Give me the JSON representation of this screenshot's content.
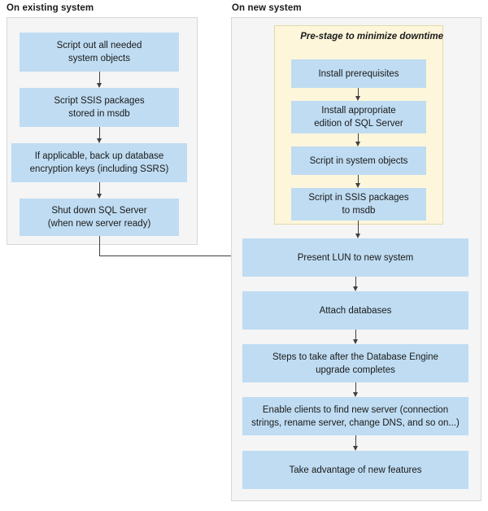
{
  "title": "SQL Server migration to new hardware flowchart",
  "colors": {
    "node_fill": "#bfdcf2",
    "panel_fill": "#f5f5f5",
    "panel_border": "#d8d8d8",
    "prestage_fill": "#fdf6db",
    "prestage_border": "#e3d9a8",
    "arrow": "#404040",
    "text": "#1a1a1a",
    "page_background": "#ffffff"
  },
  "columns": [
    {
      "id": "existing",
      "header": "On existing system",
      "nodes": [
        {
          "id": "script-out-system-objects",
          "label": "Script out all needed\nsystem objects"
        },
        {
          "id": "script-ssis-packages",
          "label": "Script SSIS packages\nstored in msdb"
        },
        {
          "id": "back-up-encryption-keys",
          "label": "If applicable, back up database\nencryption keys (including SSRS)"
        },
        {
          "id": "shut-down-sql-server",
          "label": "Shut down SQL Server\n(when new server ready)"
        }
      ]
    },
    {
      "id": "new",
      "header": "On new system",
      "prestage": {
        "id": "pre-stage-group",
        "title": "Pre-stage to minimize downtime",
        "nodes": [
          {
            "id": "install-prerequisites",
            "label": "Install prerequisites"
          },
          {
            "id": "install-edition-sql-server",
            "label": "Install appropriate\nedition of SQL Server"
          },
          {
            "id": "script-in-system-objects",
            "label": "Script in system objects"
          },
          {
            "id": "script-in-ssis-packages",
            "label": "Script in SSIS packages\nto msdb"
          }
        ]
      },
      "nodes": [
        {
          "id": "present-lun",
          "label": "Present LUN to new system"
        },
        {
          "id": "attach-databases",
          "label": "Attach databases"
        },
        {
          "id": "post-upgrade-steps",
          "label": "Steps to take after the Database Engine\nupgrade completes"
        },
        {
          "id": "enable-clients",
          "label": "Enable clients to find new server (connection\nstrings, rename server, change DNS, and so on...)"
        },
        {
          "id": "take-advantage-features",
          "label": "Take advantage of new features"
        }
      ]
    }
  ],
  "connectors": [
    {
      "id": "existing-1-to-2",
      "type": "vertical-arrow"
    },
    {
      "id": "existing-2-to-3",
      "type": "vertical-arrow"
    },
    {
      "id": "existing-3-to-4",
      "type": "vertical-arrow"
    },
    {
      "id": "prestage-1-to-2",
      "type": "vertical-arrow"
    },
    {
      "id": "prestage-2-to-3",
      "type": "vertical-arrow"
    },
    {
      "id": "prestage-3-to-4",
      "type": "vertical-arrow"
    },
    {
      "id": "prestage-to-present-lun",
      "type": "vertical-arrow"
    },
    {
      "id": "present-lun-to-attach",
      "type": "vertical-arrow"
    },
    {
      "id": "attach-to-post-upgrade",
      "type": "vertical-arrow"
    },
    {
      "id": "post-upgrade-to-enable-clients",
      "type": "vertical-arrow"
    },
    {
      "id": "enable-clients-to-features",
      "type": "vertical-arrow"
    },
    {
      "id": "shut-down-to-present-lun",
      "type": "elbow-arrow"
    }
  ]
}
